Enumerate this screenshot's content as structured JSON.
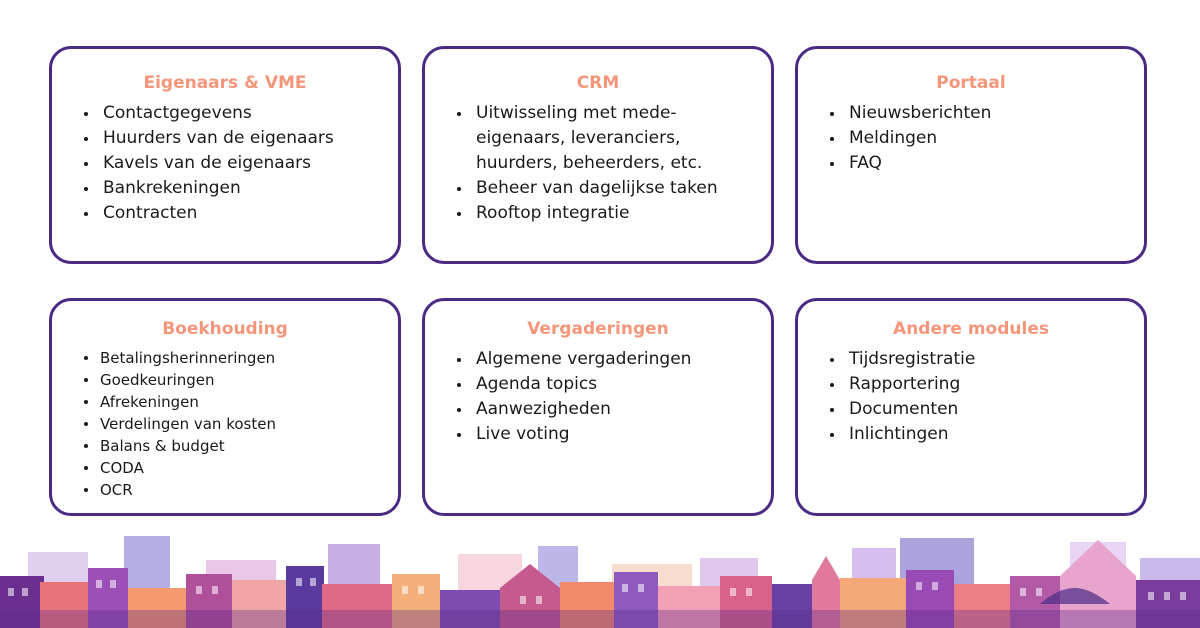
{
  "cards": [
    {
      "title": "Eigenaars & VME",
      "items": [
        "Contactgegevens",
        "Huurders van de eigenaars",
        "Kavels van de eigenaars",
        "Bankrekeningen",
        "Contracten"
      ]
    },
    {
      "title": "CRM",
      "items": [
        "Uitwisseling met mede-eigenaars, leveranciers, huurders, beheerders, etc.",
        "Beheer van dagelijkse taken",
        "Rooftop integratie"
      ]
    },
    {
      "title": "Portaal",
      "items": [
        "Nieuwsberichten",
        "Meldingen",
        "FAQ"
      ]
    },
    {
      "title": "Boekhouding",
      "items": [
        "Betalingsherinneringen",
        "Goedkeuringen",
        "Afrekeningen",
        "Verdelingen van kosten",
        "Balans & budget",
        "CODA",
        "OCR"
      ]
    },
    {
      "title": "Vergaderingen",
      "items": [
        "Algemene vergaderingen",
        "Agenda topics",
        "Aanwezigheden",
        "Live voting"
      ]
    },
    {
      "title": "Andere modules",
      "items": [
        "Tijdsregistratie",
        "Rapportering",
        "Documenten",
        "Inlichtingen"
      ]
    }
  ],
  "colors": {
    "border": "#4a2a85",
    "title": "#f4967a",
    "text": "#1a1a1a"
  },
  "skyline_icon": "city-skyline-illustration"
}
